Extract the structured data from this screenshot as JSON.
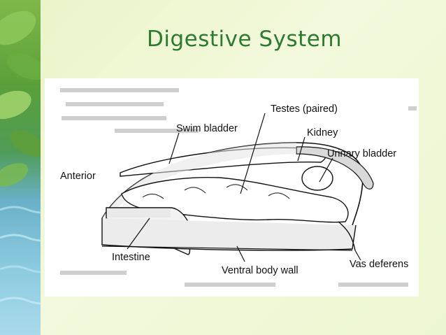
{
  "slide": {
    "title": "Digestive System"
  },
  "diagram": {
    "labels": {
      "testes": "Testes (paired)",
      "swim_bladder": "Swim bladder",
      "kidney": "Kidney",
      "urinary_bladder": "Urinary bladder",
      "anterior": "Anterior",
      "intestine": "Intestine",
      "ventral_body_wall": "Ventral body wall",
      "vas_deferens": "Vas deferens"
    }
  }
}
